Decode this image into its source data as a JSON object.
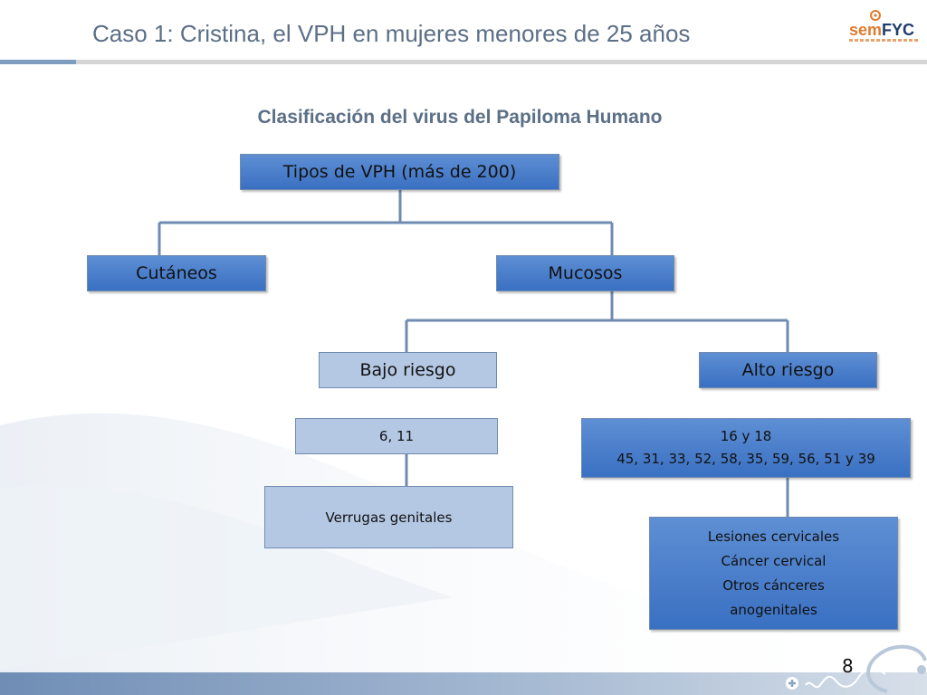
{
  "header": {
    "title": "Caso 1: Cristina, el VPH en mujeres menores de 25 años",
    "logo_text_sem": "sem",
    "logo_text_fyc": "FYC"
  },
  "diagram": {
    "subtitle": "Clasificación del virus del Papiloma Humano",
    "root": "Tipos de VPH  (más de 200)",
    "cutaneos": "Cutáneos",
    "mucosos": "Mucosos",
    "bajo_riesgo": "Bajo riesgo",
    "alto_riesgo": "Alto riesgo",
    "bajo_tipos": "6, 11",
    "alto_tipos": [
      "16 y 18",
      "45, 31, 33, 52, 58, 35, 59, 56, 51 y 39"
    ],
    "bajo_lesiones": "Verrugas genitales",
    "alto_lesiones": [
      "Lesiones cervicales",
      "Cáncer cervical",
      "Otros cánceres",
      "anogenitales"
    ]
  },
  "footer": {
    "page_number": "8"
  },
  "colors": {
    "title": "#5b6f86",
    "box_dark": "#4a7fcc",
    "box_light": "#b4c8e4",
    "connector": "#6f8bb0"
  }
}
